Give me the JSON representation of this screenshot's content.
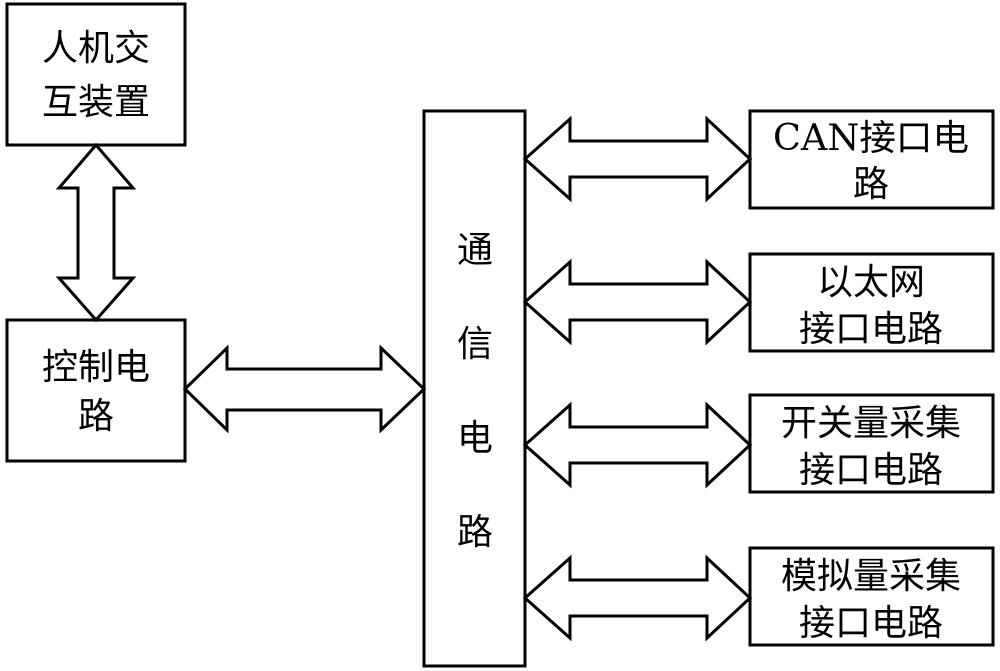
{
  "nodes": {
    "hmi": {
      "lines": [
        "人机交",
        "互装置"
      ]
    },
    "control": {
      "lines": [
        "控制电",
        "路"
      ]
    },
    "comm": {
      "chars": [
        "通",
        "信",
        "电",
        "路"
      ]
    },
    "can": {
      "lines": [
        "CAN接口电",
        "路"
      ]
    },
    "ethernet": {
      "lines": [
        "以太网",
        "接口电路"
      ]
    },
    "digital_input": {
      "lines": [
        "开关量采集",
        "接口电路"
      ]
    },
    "analog_input": {
      "lines": [
        "模拟量采集",
        "接口电路"
      ]
    }
  },
  "edges": [
    {
      "from": "hmi",
      "to": "control",
      "type": "bidirectional"
    },
    {
      "from": "control",
      "to": "comm",
      "type": "bidirectional"
    },
    {
      "from": "comm",
      "to": "can",
      "type": "bidirectional"
    },
    {
      "from": "comm",
      "to": "ethernet",
      "type": "bidirectional"
    },
    {
      "from": "comm",
      "to": "digital_input",
      "type": "bidirectional"
    },
    {
      "from": "comm",
      "to": "analog_input",
      "type": "bidirectional"
    }
  ],
  "colors": {
    "stroke": "#000000",
    "fill": "#ffffff"
  }
}
